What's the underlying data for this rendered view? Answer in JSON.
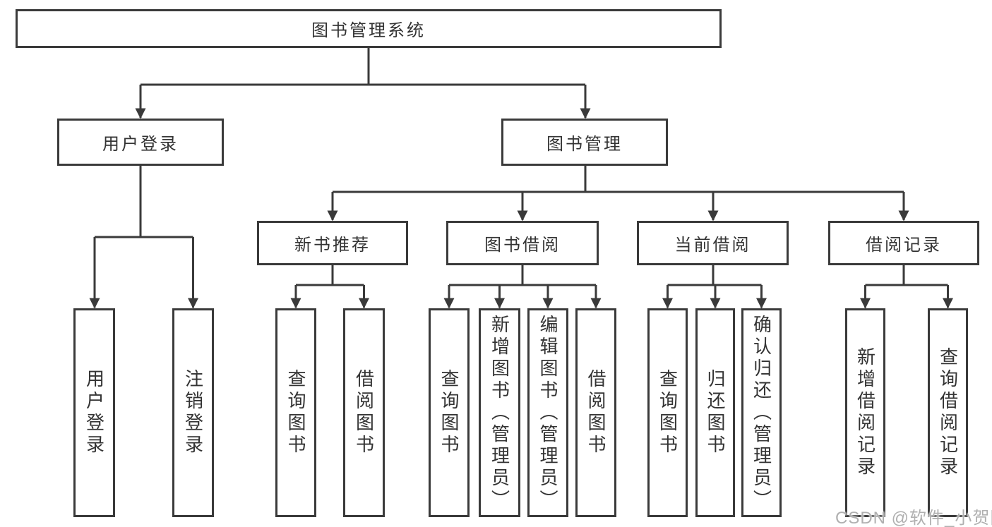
{
  "diagram": {
    "title": "图书管理系统",
    "root": {
      "label": "图书管理系统"
    },
    "branches": [
      {
        "label": "用户登录",
        "children": [
          "用户登录",
          "注销登录"
        ]
      },
      {
        "label": "图书管理"
      }
    ],
    "modules": [
      {
        "label": "新书推荐",
        "children": [
          "查询图书",
          "借阅图书"
        ]
      },
      {
        "label": "图书借阅",
        "children": [
          "查询图书",
          "新增图书（管理员）",
          "编辑图书（管理员）",
          "借阅图书"
        ]
      },
      {
        "label": "当前借阅",
        "children": [
          "查询图书",
          "归还图书",
          "确认归还（管理员）"
        ]
      },
      {
        "label": "借阅记录",
        "children": [
          "新增借阅记录",
          "查询借阅记录"
        ]
      }
    ]
  },
  "watermark": "CSDN @软件_小贺同学",
  "colors": {
    "line": "#3a3a3a",
    "text": "#333333",
    "watermark": "#b0b0b0",
    "background": "#ffffff"
  }
}
